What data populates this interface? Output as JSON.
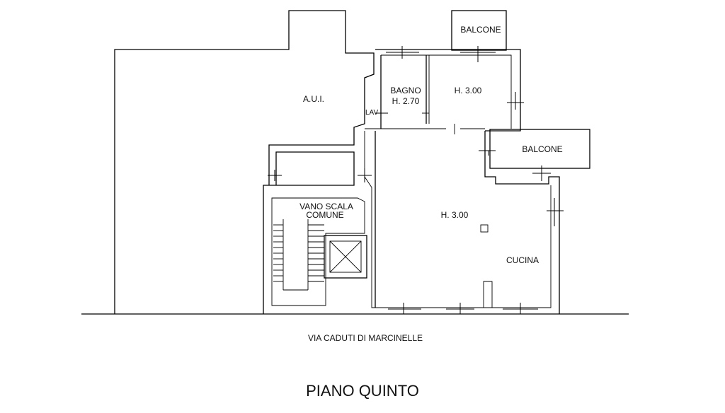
{
  "rooms": {
    "aui": "A.U.I.",
    "balcone_top": "BALCONE",
    "balcone_right": "BALCONE",
    "bagno_name": "BAGNO",
    "bagno_height": "H. 2.70",
    "lav": "LAV",
    "room_height": "H. 3.00",
    "living_height": "H. 3.00",
    "cucina": "CUCINA",
    "vano_line1": "VANO SCALA",
    "vano_line2": "COMUNE"
  },
  "street": "VIA CADUTI DI MARCINELLE",
  "floor_title": "PIANO QUINTO"
}
